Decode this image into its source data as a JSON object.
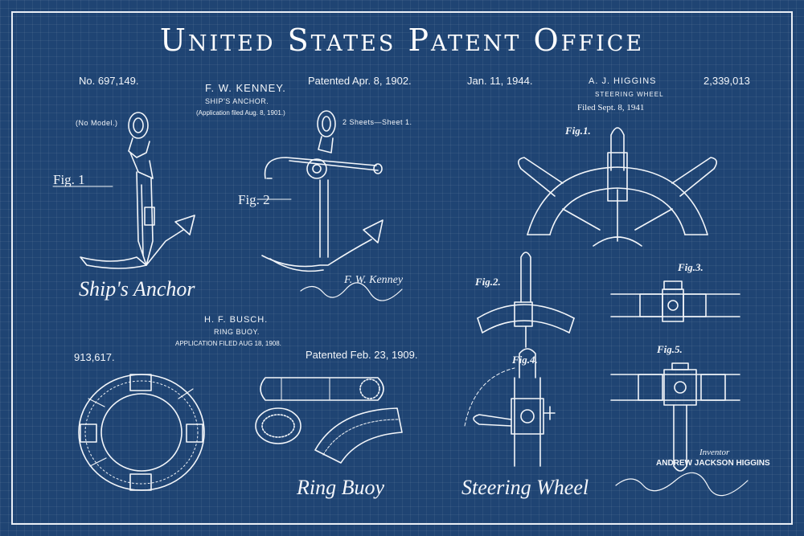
{
  "title": "United States Patent Office",
  "anchor": {
    "number": "No. 697,149.",
    "inventor": "F. W. KENNEY.",
    "subject": "SHIP'S ANCHOR.",
    "application": "(Application filed Aug. 8, 1901.)",
    "patented": "Patented Apr. 8, 1902.",
    "model": "(No Model.)",
    "sheets": "2 Sheets—Sheet 1.",
    "fig1": "Fig. 1",
    "fig2": "Fig. 2",
    "caption": "Ship's Anchor",
    "signature": "F. W. Kenney"
  },
  "buoy": {
    "inventor": "H. F. BUSCH.",
    "subject": "RING BUOY.",
    "application": "APPLICATION FILED AUG 18, 1908.",
    "number": "913,617.",
    "patented": "Patented Feb. 23, 1909.",
    "caption": "Ring Buoy"
  },
  "wheel": {
    "date": "Jan. 11, 1944.",
    "inventor": "A. J. HIGGINS",
    "subject": "STEERING WHEEL",
    "filed": "Filed Sept. 8, 1941",
    "number": "2,339,013",
    "fig1": "Fig.1.",
    "fig2": "Fig.2.",
    "fig3": "Fig.3.",
    "fig4": "Fig.4.",
    "fig5": "Fig.5.",
    "inventor_label": "Inventor",
    "inventor_name": "ANDREW JACKSON HIGGINS",
    "caption": "Steering Wheel"
  },
  "colors": {
    "background": "#1f4473",
    "ink": "#f2f5f9"
  }
}
